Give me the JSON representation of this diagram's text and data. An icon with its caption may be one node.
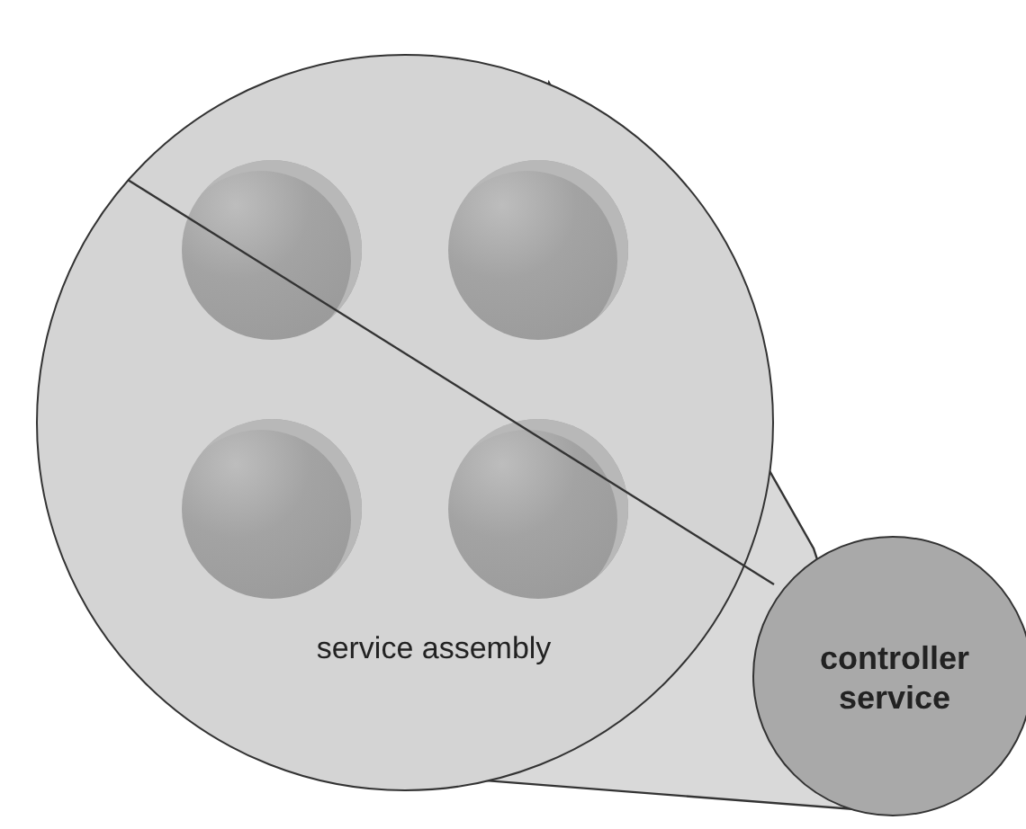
{
  "diagram": {
    "nodes": [
      {
        "text": [
          "service assembly"
        ]
      },
      {
        "text": [],
        "shape": "circle",
        "in": 0
      },
      {
        "text": [],
        "shape": "circle",
        "in": 0
      },
      {
        "text": [],
        "shape": "circle",
        "in": 0
      },
      {
        "text": [],
        "shape": "circle",
        "in": 0
      },
      {
        "text": [
          "controller service"
        ]
      }
    ],
    "edges": []
  }
}
